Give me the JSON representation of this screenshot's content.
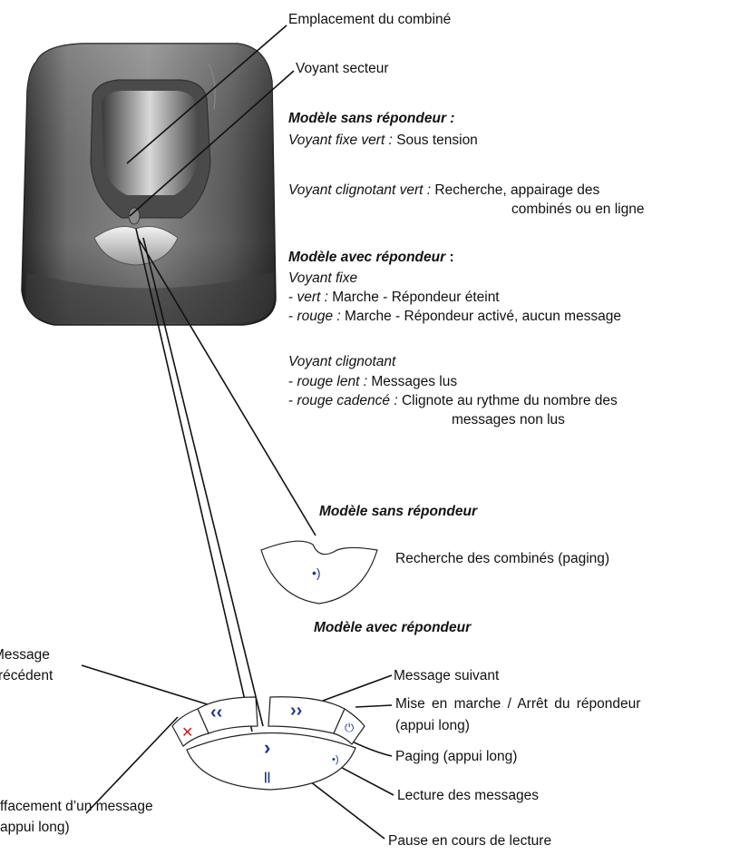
{
  "callouts": {
    "handset_location": "Emplacement du combiné",
    "mains_led": "Voyant secteur"
  },
  "no_answering_machine": {
    "heading": "Modèle sans répondeur :",
    "steady_green_label": "Voyant fixe vert :",
    "steady_green_text": "Sous tension",
    "blinking_green_label": "Voyant clignotant vert :",
    "blinking_green_text_1": "Recherche, appairage des",
    "blinking_green_text_2": "combinés ou en ligne"
  },
  "with_answering_machine": {
    "heading": "Modèle avec répondeur",
    "heading_colon": ":",
    "steady_heading": "Voyant fixe",
    "steady_items": [
      {
        "dash": "- ",
        "label": "vert :",
        "text": "Marche - Répondeur éteint"
      },
      {
        "dash": "- ",
        "label": "rouge :",
        "text": "Marche - Répondeur activé, aucun message"
      }
    ],
    "blinking_heading": "Voyant clignotant",
    "blinking_items": [
      {
        "dash": "- ",
        "label": "rouge lent :",
        "text": "Messages lus"
      },
      {
        "dash": "- ",
        "label": "rouge cadencé :",
        "text": "Clignote au rythme du nombre des",
        "text_2": "messages non lus"
      }
    ]
  },
  "paging_panel": {
    "heading": "Modèle sans répondeur",
    "button_label": "Recherche des combinés (paging)"
  },
  "am_panel": {
    "heading": "Modèle avec répondeur",
    "previous_message_1": "Message",
    "previous_message_2": "récédent",
    "next_message": "Message suivant",
    "power_1": "Mise en marche / Arrêt du répondeur",
    "power_2": "(appui long)",
    "paging": "Paging (appui long)",
    "play": "Lecture des messages",
    "pause": "Pause en cours de lecture",
    "delete_1": "ffacement d’un message",
    "delete_2": "appui long)"
  },
  "colors": {
    "base_body": "#5a5a5a",
    "delete_icon": "#cc2222",
    "button_icon": "#1e3a8a"
  }
}
